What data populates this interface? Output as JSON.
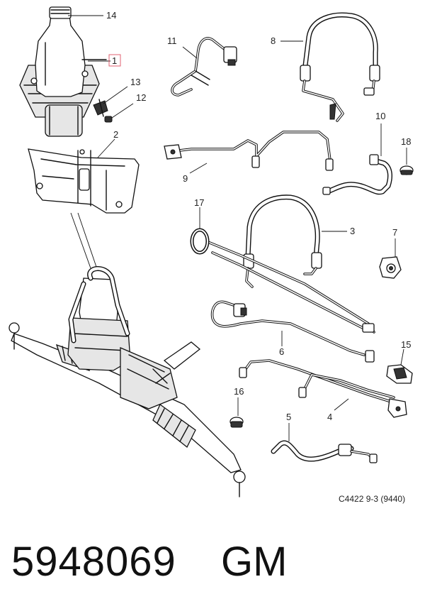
{
  "diagram": {
    "callouts": {
      "c1": "1",
      "c2": "2",
      "c3": "3",
      "c4": "4",
      "c5": "5",
      "c6": "6",
      "c7": "7",
      "c8": "8",
      "c9": "9",
      "c10": "10",
      "c11": "11",
      "c12": "12",
      "c13": "13",
      "c14": "14",
      "c15": "15",
      "c16": "16",
      "c17": "17",
      "c18": "18"
    },
    "reference_code": "C4422 9-3 (9440)"
  },
  "footer": {
    "part_number": "5948069",
    "brand": "GM"
  },
  "colors": {
    "line": "#111111",
    "background": "#ffffff",
    "highlight_box": "#e06070"
  }
}
